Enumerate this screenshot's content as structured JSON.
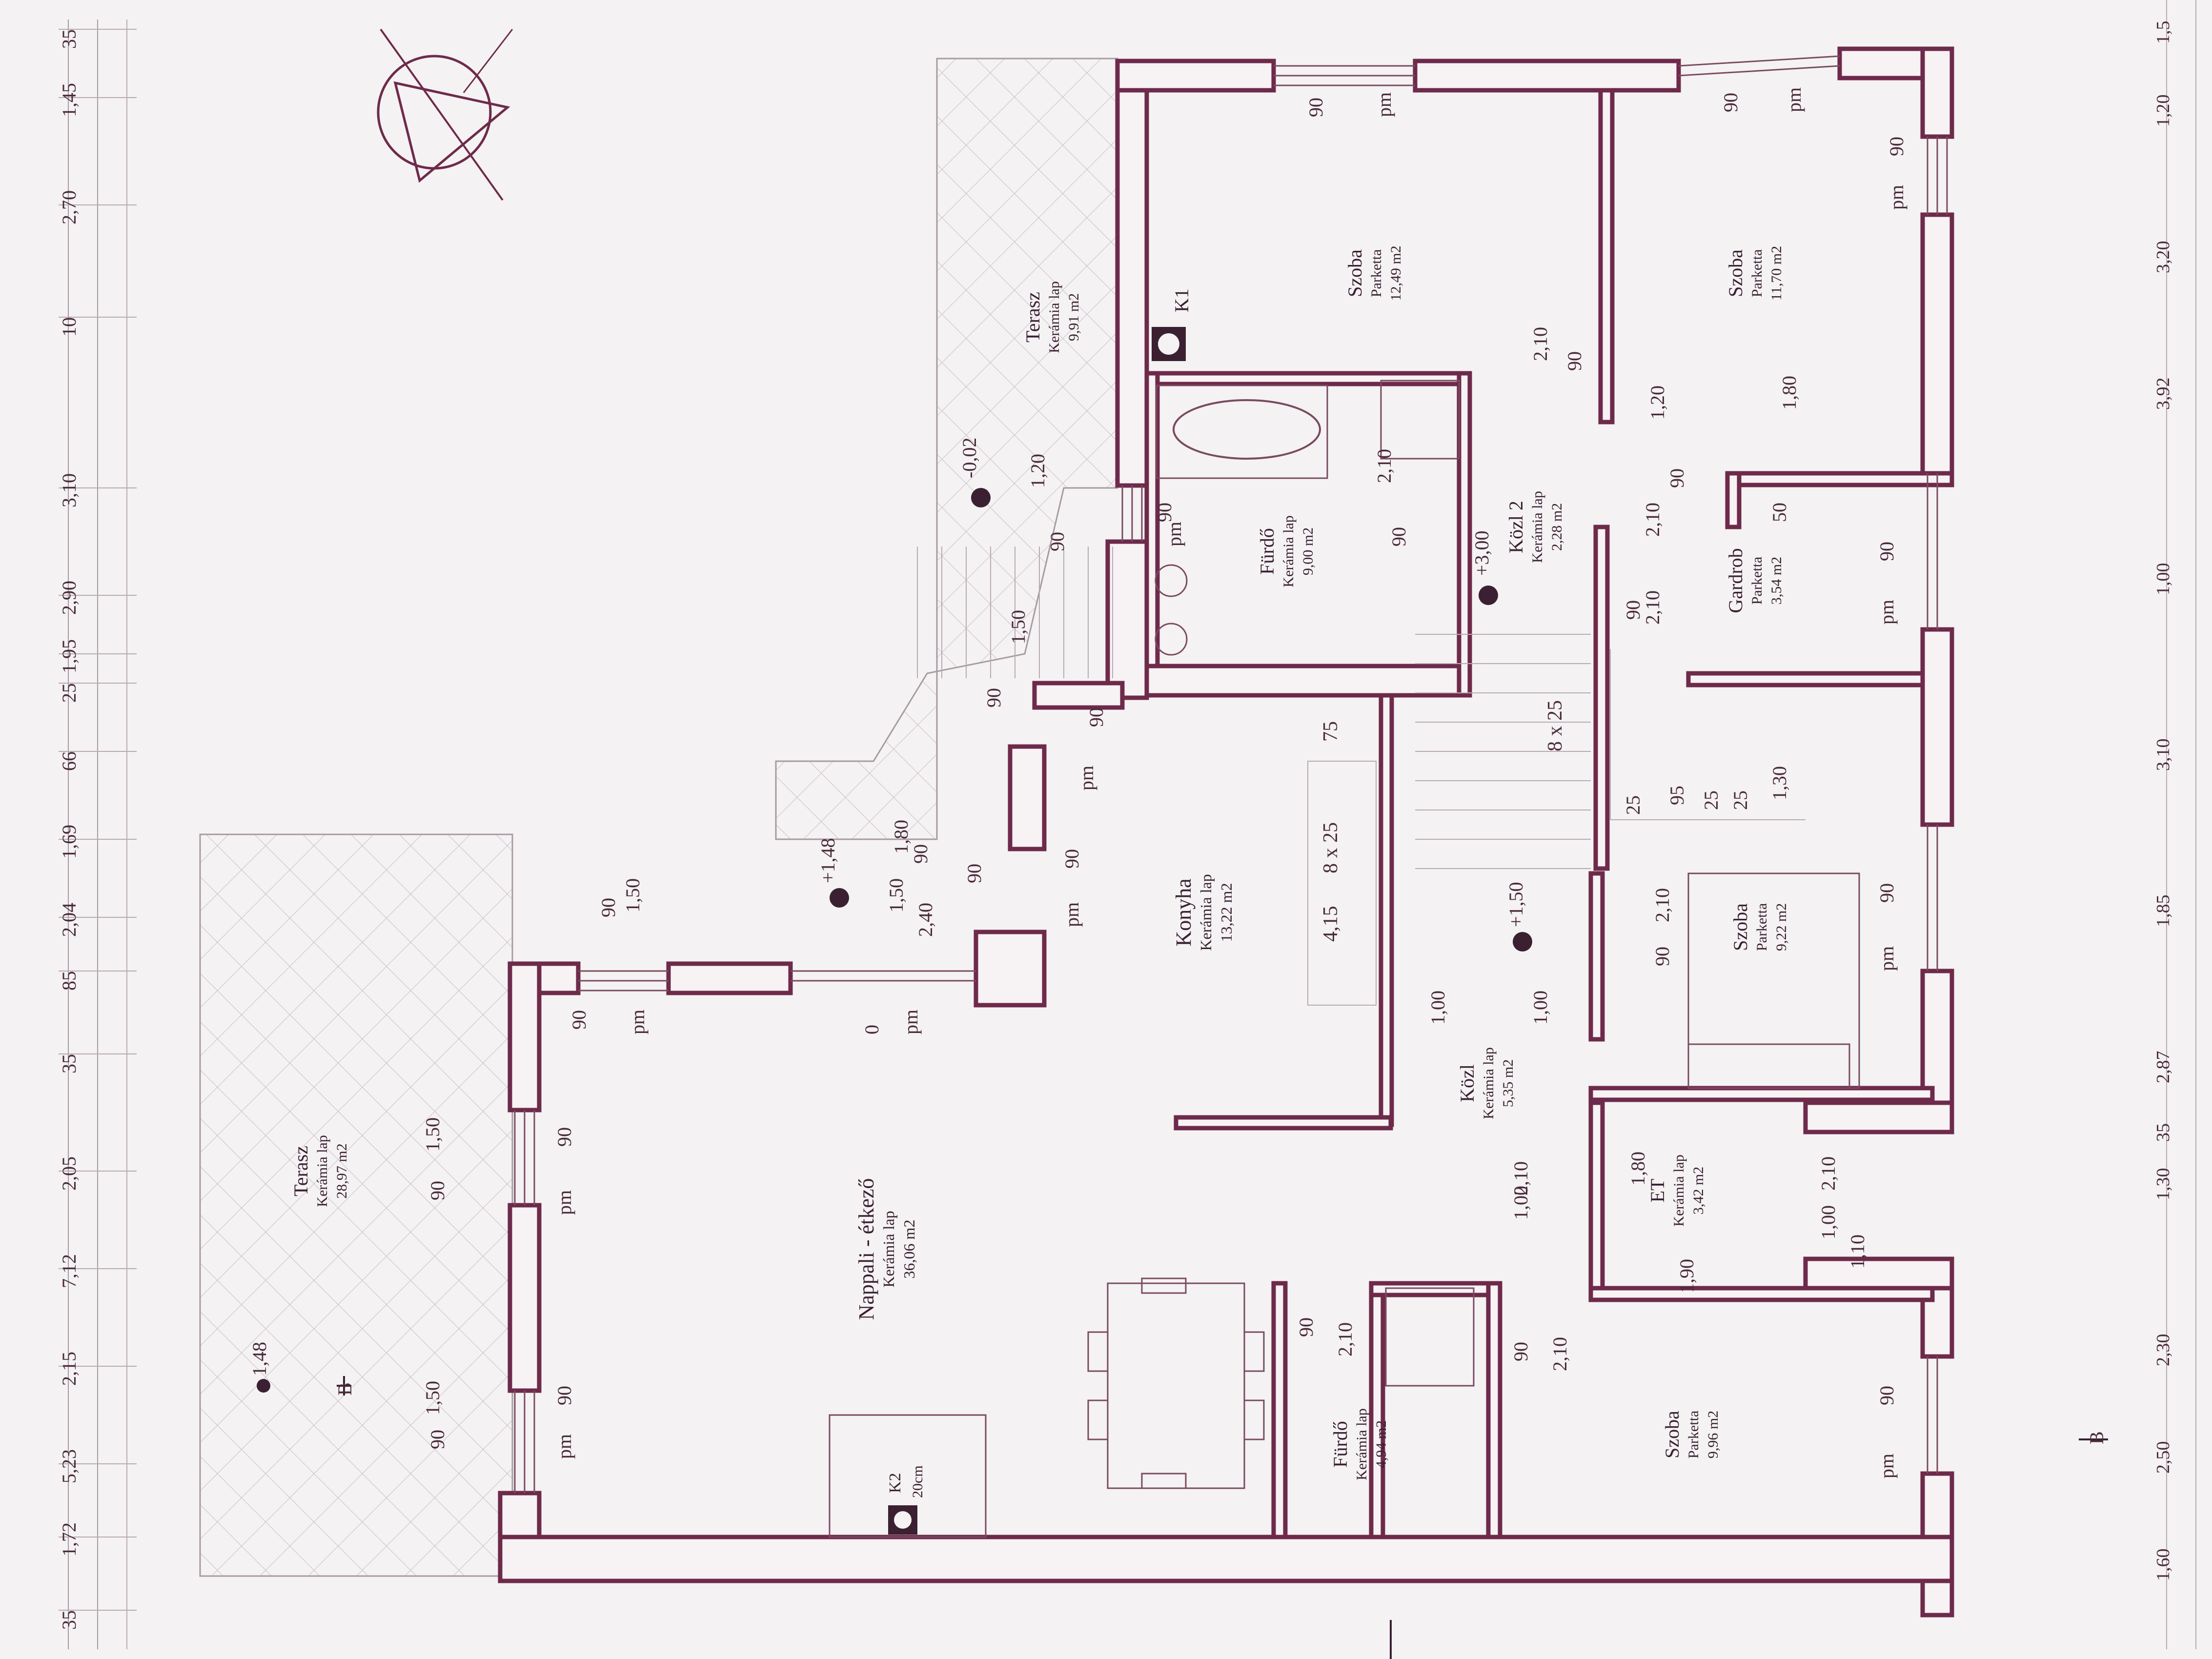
{
  "rooms": {
    "terasz_top": {
      "name": "Terasz",
      "finish": "Kerámia lap",
      "area": "9,91 m2"
    },
    "szoba_1": {
      "name": "Szoba",
      "finish": "Parketta",
      "area": "12,49 m2"
    },
    "szoba_2": {
      "name": "Szoba",
      "finish": "Parketta",
      "area": "11,70 m2"
    },
    "furdo_1": {
      "name": "Fürdő",
      "finish": "Kerámia lap",
      "area": "9,00 m2"
    },
    "kozl_2": {
      "name": "Közl 2",
      "finish": "Kerámia lap",
      "area": "2,28 m2"
    },
    "gardrob": {
      "name": "Gardrob",
      "finish": "Parketta",
      "area": "3,54 m2"
    },
    "konyha": {
      "name": "Konyha",
      "finish": "Kerámia lap",
      "area": "13,22 m2"
    },
    "szoba_3": {
      "name": "Szoba",
      "finish": "Parketta",
      "area": "9,22 m2"
    },
    "kozl": {
      "name": "Közl",
      "finish": "Kerámia lap",
      "area": "5,35 m2"
    },
    "et": {
      "name": "ET",
      "finish": "Kerámia lap",
      "area": "3,42 m2"
    },
    "nappali": {
      "name": "Nappali - étkező",
      "finish": "Kerámia lap",
      "area": "36,06 m2"
    },
    "terasz_big": {
      "name": "Terasz",
      "finish": "Kerámia lap",
      "area": "28,97 m2"
    },
    "furdo_2": {
      "name": "Fürdő",
      "finish": "Kerámia lap",
      "area": "4,94 m2"
    },
    "szoba_4": {
      "name": "Szoba",
      "finish": "Parketta",
      "area": "9,96 m2"
    }
  },
  "chimneys": {
    "k1": "K1",
    "k2": "K2",
    "k2_size": "20cm"
  },
  "levels": {
    "terrace_top": "-0,02",
    "entrance": "+1,48",
    "upper": "+3,00",
    "landing": "+1,50",
    "terrace_big": "1,48"
  },
  "stairs": {
    "run_1": "8 x 25",
    "run_2": "8 x 25",
    "width": "4,15",
    "landing": "75"
  },
  "dimension_strip": [
    "35",
    "1,45",
    "2,70",
    "10",
    "3,10",
    "2,90",
    "1,95",
    "25",
    "66",
    "1,69",
    "2,04",
    "85",
    "35",
    "2,05",
    "7,12",
    "2,15",
    "5,23",
    "1,72",
    "35"
  ],
  "right_strip": [
    "1,5",
    "1,20",
    "3,20",
    "3,92",
    "1,00",
    "3,10",
    "1,85",
    "2,87",
    "35",
    "1,30",
    "2,30",
    "2,50",
    "1,60"
  ],
  "openings": {
    "w90": "90",
    "pm": "pm",
    "d150": "1,50",
    "d120": "1,20",
    "d210": "2,10",
    "d100": "1,00",
    "d180": "1,80",
    "d190": "1,90",
    "d240": "2,40",
    "d130": "1,30",
    "d50": "50",
    "d95": "95",
    "d25": "25",
    "d0": "0",
    "d110": "1,10"
  },
  "section_mark": "B"
}
